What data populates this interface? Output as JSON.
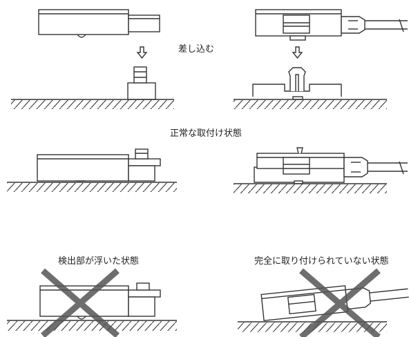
{
  "labels": {
    "insert": "差し込む",
    "normal_mounting": "正常な取付け状態",
    "sensor_floating": "検出部が浮いた状態",
    "not_fully_attached": "完全に取り付けられていない状態"
  },
  "colors": {
    "line": "#333333",
    "cross": "#555555",
    "background": "#ffffff"
  }
}
